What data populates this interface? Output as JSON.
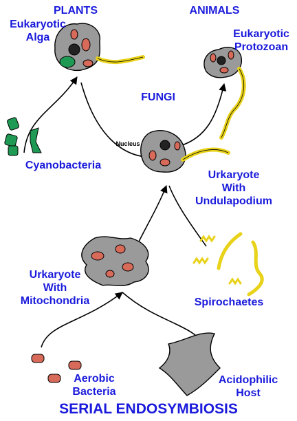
{
  "title": "SERIAL ENDOSYMBIOSIS",
  "labels": {
    "plants": "PLANTS",
    "animals": "ANIMALS",
    "fungi": "FUNGI",
    "alga_1": "Eukaryotic",
    "alga_2": "Alga",
    "protozoan_1": "Eukaryotic",
    "protozoan_2": "Protozoan",
    "nucleus": "Nucleus",
    "cyanobacteria": "Cyanobacteria",
    "undulapodium_1": "Urkaryote",
    "undulapodium_2": "With",
    "undulapodium_3": "Undulapodium",
    "mito_1": "Urkaryote",
    "mito_2": "With",
    "mito_3": "Mitochondria",
    "spirochaetes": "Spirochaetes",
    "aerobic_1": "Aerobic",
    "aerobic_2": "Bacteria",
    "host_1": "Acidophilic",
    "host_2": "Host"
  },
  "colors": {
    "label_text": "#1a1adc",
    "cell_fill": "#9a9a9a",
    "organelle_fill": "#d86a5a",
    "chloroplast_fill": "#1e9a55",
    "flagellum": "#e8d21a",
    "arrow": "#000000"
  }
}
